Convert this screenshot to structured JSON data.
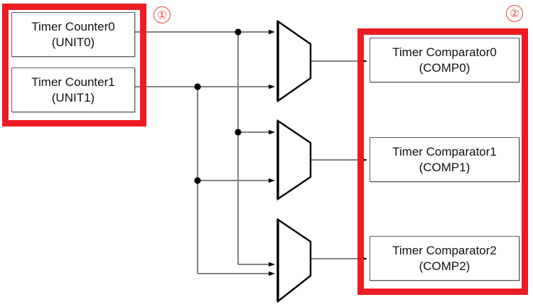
{
  "diagram": {
    "title": "Timer counter to comparator multiplexing block diagram",
    "colors": {
      "group_frame": "#ed1c24",
      "callout": "#e8403f",
      "block_border": "#595959",
      "wire": "#808080",
      "mux_outline": "#000000",
      "background": "#ffffff"
    }
  },
  "groups": [
    {
      "id": "group-counters",
      "name": "Timer counter group",
      "callout": "①"
    },
    {
      "id": "group-comparators",
      "name": "Timer comparator group",
      "callout": "②"
    }
  ],
  "counters": [
    {
      "id": "unit0",
      "line1": "Timer Counter0",
      "line2": "(UNIT0)"
    },
    {
      "id": "unit1",
      "line1": "Timer Counter1",
      "line2": "(UNIT1)"
    }
  ],
  "comparators": [
    {
      "id": "comp0",
      "line1": "Timer Comparator0",
      "line2": "(COMP0)"
    },
    {
      "id": "comp1",
      "line1": "Timer Comparator1",
      "line2": "(COMP1)"
    },
    {
      "id": "comp2",
      "line1": "Timer Comparator2",
      "line2": "(COMP2)"
    }
  ],
  "muxes": [
    {
      "id": "mux0",
      "name": "multiplexer-comp0",
      "inputs": [
        "UNIT0",
        "UNIT1"
      ],
      "output": "COMP0"
    },
    {
      "id": "mux1",
      "name": "multiplexer-comp1",
      "inputs": [
        "UNIT0",
        "UNIT1"
      ],
      "output": "COMP1"
    },
    {
      "id": "mux2",
      "name": "multiplexer-comp2",
      "inputs": [
        "UNIT0",
        "UNIT1"
      ],
      "output": "COMP2"
    }
  ]
}
